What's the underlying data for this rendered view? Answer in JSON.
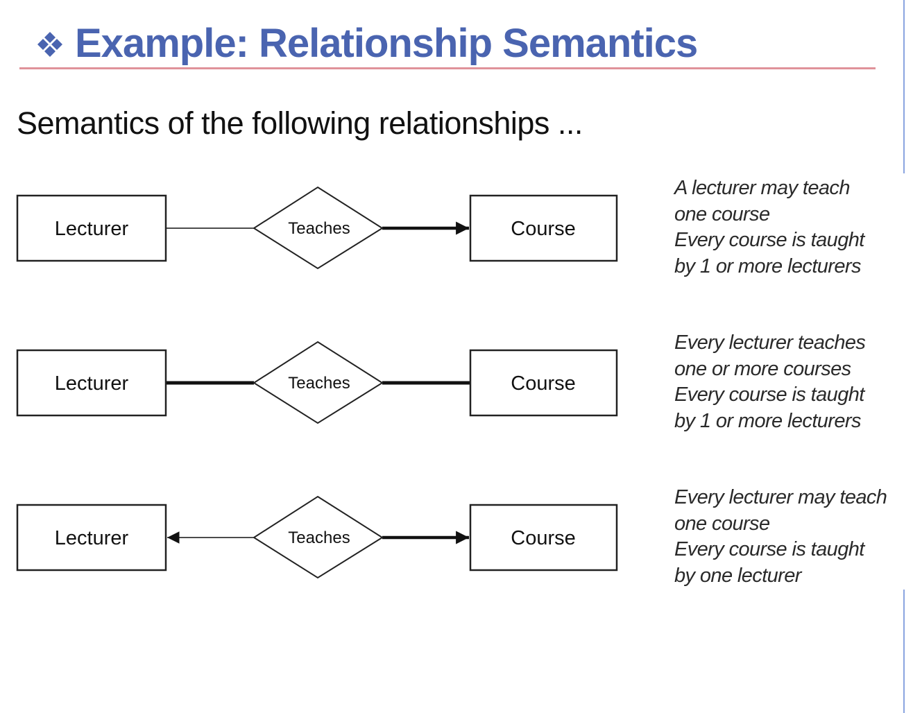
{
  "slide": {
    "title": "Example: Relationship Semantics",
    "subtitle": "Semantics of the following relationships ...",
    "colors": {
      "title": "#4a64b0",
      "rule": "#e0929a",
      "edge": "#8aa4e0",
      "ink": "#111111"
    },
    "icons": {
      "title_bullet": "diamond-cluster-icon"
    }
  },
  "diagrams": [
    {
      "entity_left": "Lecturer",
      "relationship": "Teaches",
      "entity_right": "Course",
      "left_edge": {
        "style": "thin",
        "arrow": false
      },
      "right_edge": {
        "style": "thick",
        "arrow": true
      },
      "semantics": [
        "A lecturer may teach",
        "one course",
        "Every course is taught",
        "by 1 or more lecturers"
      ]
    },
    {
      "entity_left": "Lecturer",
      "relationship": "Teaches",
      "entity_right": "Course",
      "left_edge": {
        "style": "thick",
        "arrow": false
      },
      "right_edge": {
        "style": "thick",
        "arrow": false
      },
      "semantics": [
        "Every lecturer teaches",
        "one or more courses",
        "Every course is taught",
        "by 1 or more lecturers"
      ]
    },
    {
      "entity_left": "Lecturer",
      "relationship": "Teaches",
      "entity_right": "Course",
      "left_edge": {
        "style": "thin",
        "arrow": true
      },
      "right_edge": {
        "style": "thick",
        "arrow": true
      },
      "semantics": [
        "Every lecturer may teach",
        "one course",
        "Every course is taught",
        "by one lecturer"
      ]
    }
  ]
}
